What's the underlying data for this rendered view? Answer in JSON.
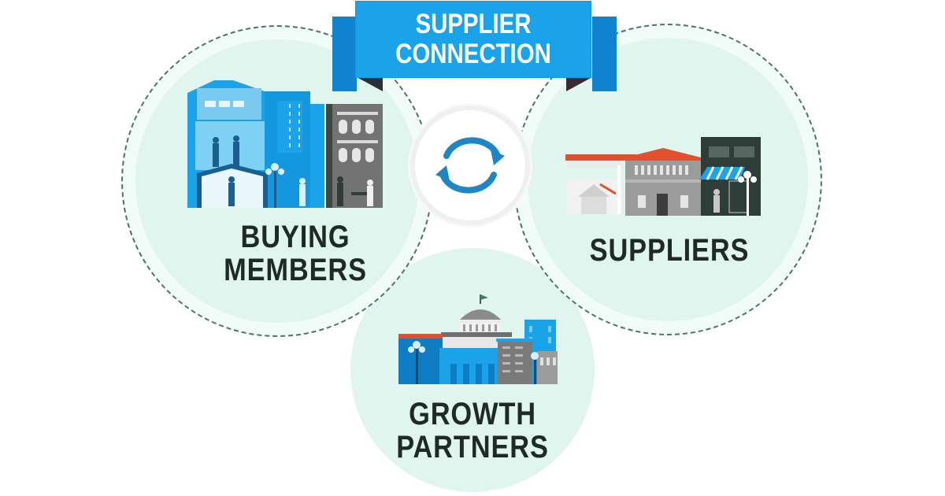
{
  "banner": {
    "line1": "SUPPLIER",
    "line2": "CONNECTION",
    "color": "#1aa3e8",
    "tail_color": "#1284cf"
  },
  "center_icon": {
    "name": "sync-icon",
    "color": "#1f86c5"
  },
  "nodes": [
    {
      "id": "buying-members",
      "line1": "BUYING",
      "line2": "MEMBERS",
      "illustration": "office-buildings-with-people-illustration"
    },
    {
      "id": "suppliers",
      "line1": "SUPPLIERS",
      "illustration": "storefront-shops-illustration"
    },
    {
      "id": "growth-partners",
      "line1": "GROWTH",
      "line2": "PARTNERS",
      "illustration": "civic-capitol-buildings-illustration"
    }
  ],
  "colors": {
    "circle_fill": "#e1f5ef",
    "dashed_ring": "#4d7469",
    "label_text": "#1f2a26",
    "building_blue": "#1aa3e8",
    "building_dark_blue": "#0f7dc4",
    "building_gray": "#6e6e6e",
    "building_dark": "#3d4a45",
    "roof_red": "#e4502e"
  }
}
